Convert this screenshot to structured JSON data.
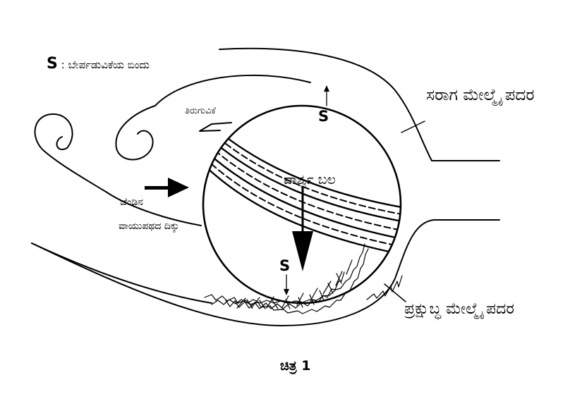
{
  "legend": {
    "symbol": "S",
    "separator": " : ",
    "text": "ಬೇರ್ಪಡುವಿಕೆಯ ಬಿಂದು"
  },
  "labels": {
    "laminar_layer": "ಸರಾಗ ಮೇಲ್ಮೈ ಪದರ",
    "turbulent_layer": "ಪ್ರಕ್ಷುಬ್ಧ ಮೇಲ್ಮೈ ಪದರ",
    "spin": "ತಿರುಗುವಿಕೆ",
    "side_force": "ಪಾರ್ಶ್ವ ಬಲ",
    "airflow_line1": "ಚೆಂಡಿನ",
    "airflow_line2": "ವಾಯುಪಥದ ದಿಕ್ಕು",
    "separation_top": "S",
    "separation_bottom": "S"
  },
  "caption": "ಚಿತ್ರ 1",
  "colors": {
    "ink": "#000000",
    "background": "#ffffff"
  }
}
